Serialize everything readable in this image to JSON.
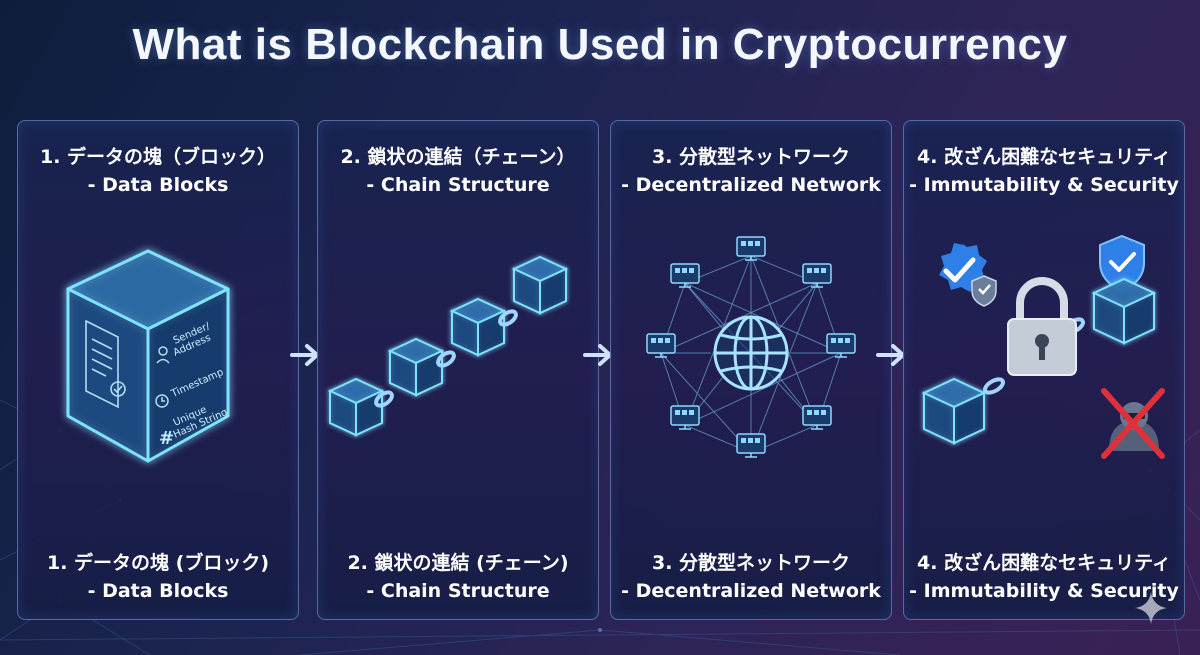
{
  "title": "What is Blockchain Used in Cryptocurrency",
  "panels": [
    {
      "head_line1": "1. データの塊（ブロック）",
      "head_line2": "- Data Blocks",
      "foot_line1": "1. データの塊 (ブロック)",
      "foot_line2": "- Data Blocks",
      "block_labels": {
        "sender": "Sender/",
        "address": "Address",
        "timestamp": "Timestamp",
        "unique": "Unique",
        "hash": "Hash String"
      }
    },
    {
      "head_line1": "2. 鎖状の連結（チェーン）",
      "head_line2": "- Chain Structure",
      "foot_line1": "2. 鎖状の連結 (チェーン)",
      "foot_line2": "- Chain Structure"
    },
    {
      "head_line1": "3. 分散型ネットワーク",
      "head_line2": "- Decentralized Network",
      "foot_line1": "3. 分散型ネットワーク",
      "foot_line2": "- Decentralized Network"
    },
    {
      "head_line1": "4. 改ざん困難なセキュリティ",
      "head_line2": "- Immutability & Security",
      "foot_line1": "4. 改ざん困難なセキュリティ",
      "foot_line2": "- Immutability & Security"
    }
  ],
  "colors": {
    "accent": "#5fd4ff",
    "panel_border": "#8caae6",
    "check_blue": "#2f7fe8",
    "danger": "#e0303a"
  }
}
